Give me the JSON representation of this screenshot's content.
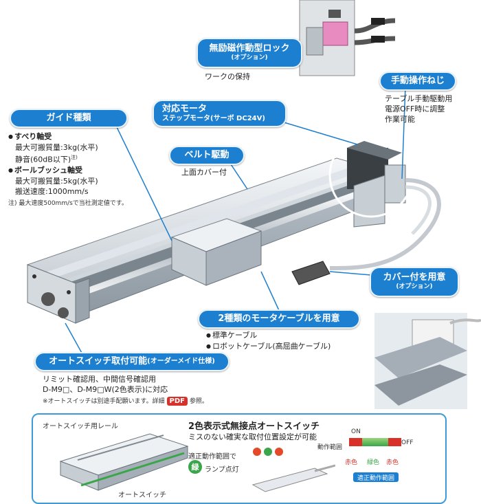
{
  "callouts": {
    "lock": {
      "title": "無励磁作動型ロック",
      "sub": "(オプション)",
      "desc": "ワークの保持"
    },
    "manual": {
      "title": "手動操作ねじ",
      "desc": [
        "テーブル手動駆動用",
        "電源OFF時に調整",
        "作業可能"
      ]
    },
    "motor": {
      "title": "対応モータ",
      "sub": "ステップモータ(サーボ DC24V)"
    },
    "belt": {
      "title": "ベルト駆動",
      "desc": "上面カバー付"
    },
    "guide": {
      "title": "ガイド種類",
      "slide_head": "すべり軸受",
      "slide_lines": [
        "最大可搬質量:3kg(水平)",
        "静音(60dB以下)"
      ],
      "slide_note_mark": "注)",
      "ball_head": "ボールブッシュ軸受",
      "ball_lines": [
        "最大可搬質量:5kg(水平)",
        "搬送速度:1000mm/s"
      ],
      "footnote": "注) 最大速度500mm/sで当社測定値です。"
    },
    "cover": {
      "title": "カバー付を用意",
      "sub": "(オプション)"
    },
    "cable": {
      "title": "2種類のモータケーブルを用意",
      "items": [
        "標準ケーブル",
        "ロボットケーブル(高屈曲ケーブル)"
      ]
    },
    "autoswitch": {
      "title": "オートスイッチ取付可能",
      "title_suffix": "(オーダーメイド仕様)",
      "line1": "リミット確認用、中間信号確認用",
      "line2": "D-M9□、D-M9□W(2色表示)に対応",
      "note_pre": "※オートスイッチは別途手配願います。詳細",
      "pdf": "PDF",
      "note_post": "参照。"
    }
  },
  "bottom": {
    "rail_label": "オートスイッチ用レール",
    "switch_label": "オートスイッチ",
    "heading": "2色表示式無接点オートスイッチ",
    "subheading": "ミスのない確実な取付位置設定が可能",
    "range_label": "適正動作範囲で",
    "green_char": "緑",
    "lamp_label": "ランプ点灯",
    "diagram": {
      "title": "動作範囲",
      "on": "ON",
      "off": "OFF",
      "red_left": "赤色",
      "green": "緑色",
      "red_right": "赤色",
      "range": "適正動作範囲"
    }
  },
  "colors": {
    "accent": "#1d7fd0",
    "red": "#d8312a",
    "green": "#3aa54a",
    "pdf": "#d8312a"
  }
}
